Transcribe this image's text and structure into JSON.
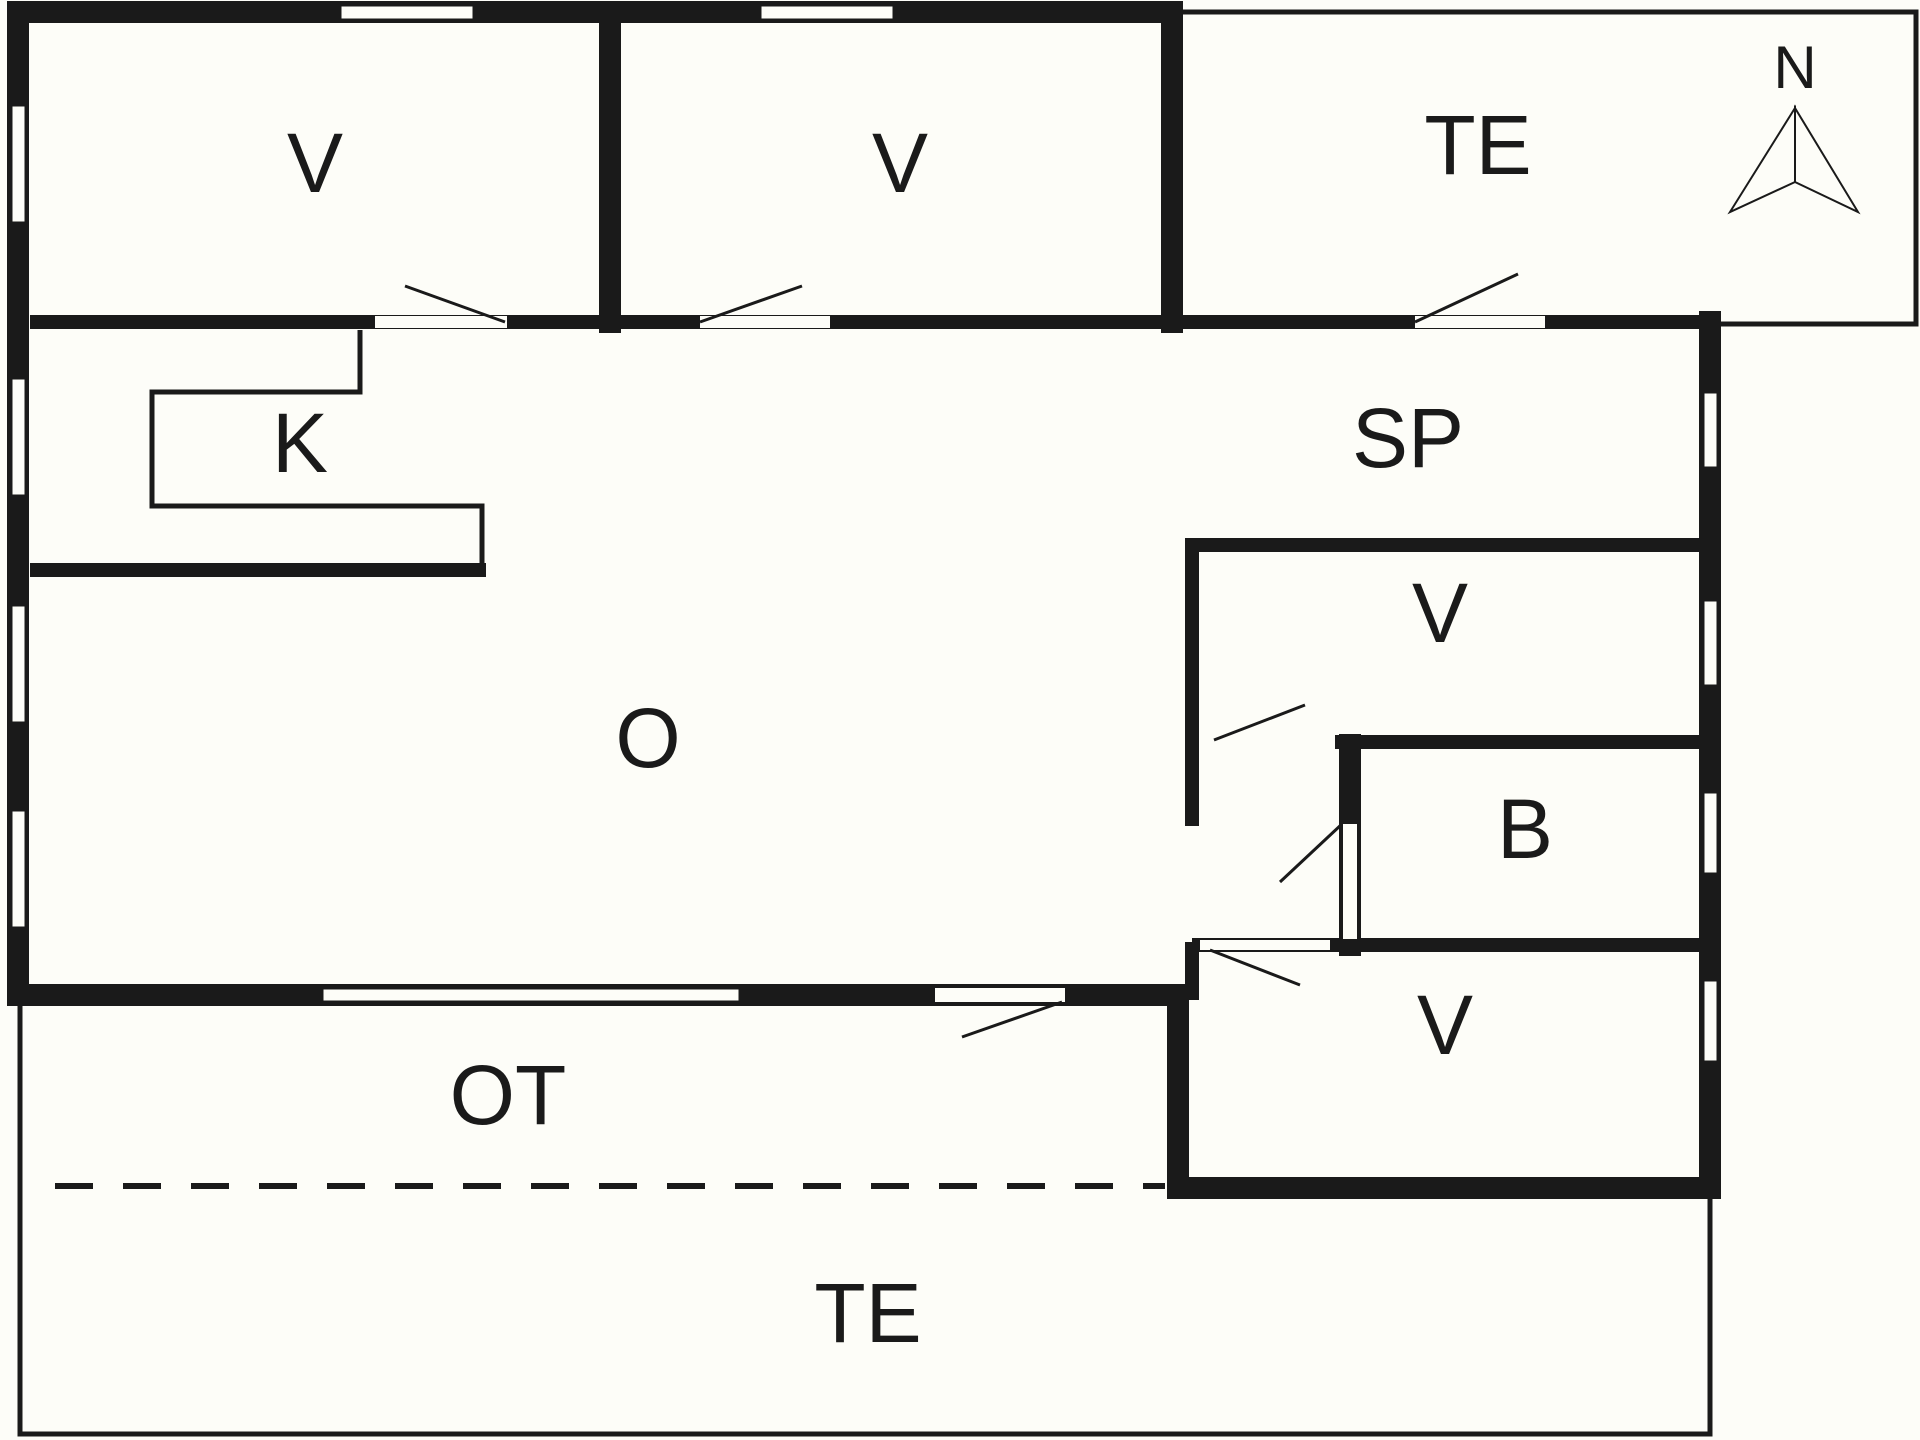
{
  "floorplan": {
    "rooms": {
      "bedroom_top_left": "V",
      "bedroom_top_middle": "V",
      "terrace_north": "TE",
      "kitchen": "K",
      "dining_area": "SP",
      "living_room": "O",
      "bedroom_right_upper": "V",
      "bathroom": "B",
      "bedroom_right_lower": "V",
      "covered_terrace": "OT",
      "terrace_south": "TE"
    },
    "compass": {
      "label": "N",
      "icon": "north-arrow-icon"
    }
  },
  "colors": {
    "background": "#fdfdf8",
    "wall": "#1a1a1a"
  }
}
